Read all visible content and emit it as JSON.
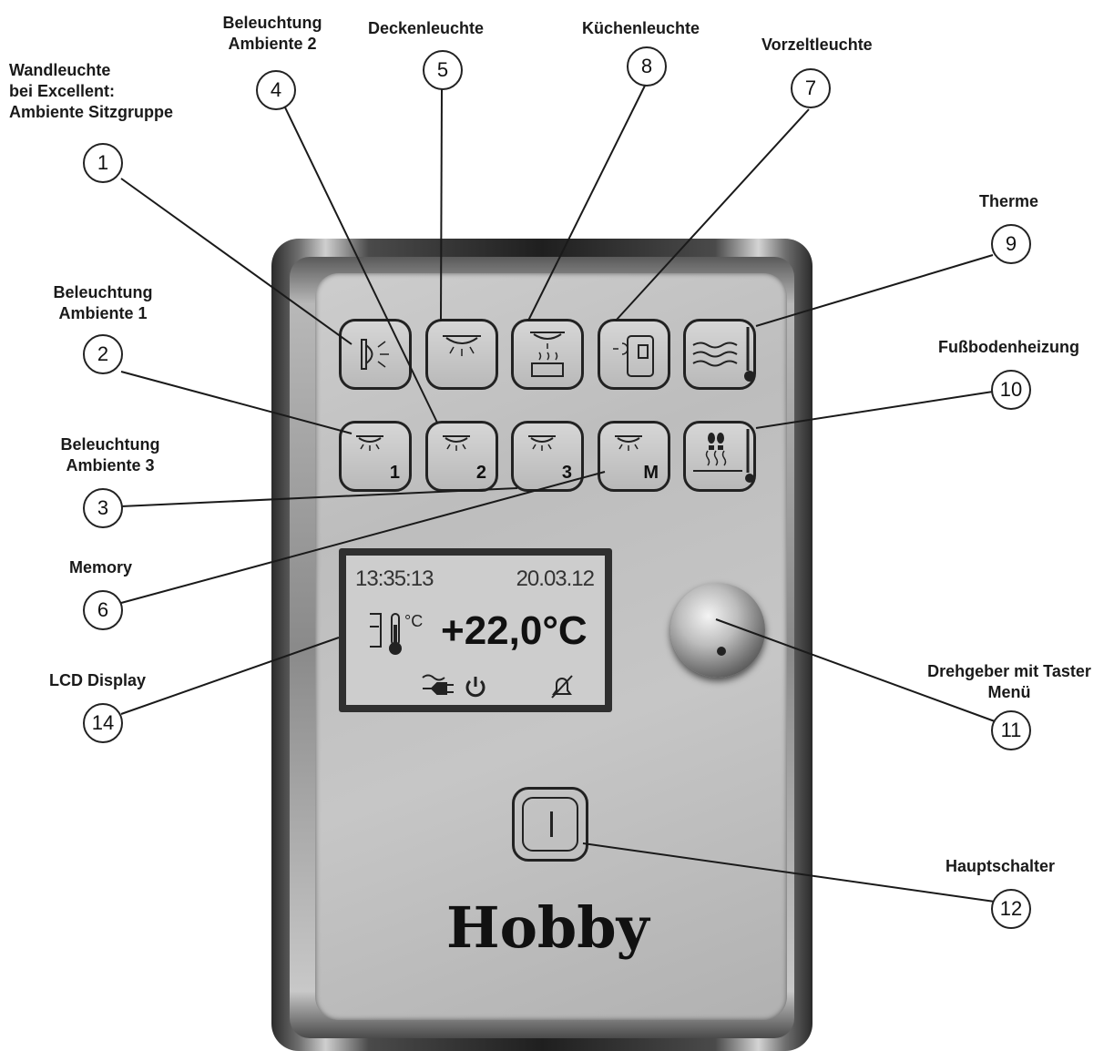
{
  "labels": {
    "l1": [
      "Wandleuchte",
      "bei Excellent:",
      "Ambiente Sitzgruppe"
    ],
    "l2": [
      "Beleuchtung",
      "Ambiente 1"
    ],
    "l3": [
      "Beleuchtung",
      "Ambiente 3"
    ],
    "l4": [
      "Beleuchtung",
      "Ambiente 2"
    ],
    "l5": "Deckenleuchte",
    "l6": "Memory",
    "l7": "Vorzeltleuchte",
    "l8": "Küchenleuchte",
    "l9": "Therme",
    "l10": "Fußbodenheizung",
    "l11": [
      "Drehgeber mit Taster",
      "Menü"
    ],
    "l12": "Hauptschalter",
    "l14": "LCD Display"
  },
  "callouts": [
    "1",
    "2",
    "3",
    "4",
    "5",
    "6",
    "7",
    "8",
    "9",
    "10",
    "11",
    "12",
    "14"
  ],
  "buttons": {
    "row1": [
      "wall-light",
      "ceiling-light",
      "kitchen-light",
      "awning-light",
      "boiler"
    ],
    "row2": [
      {
        "icon": "ambient-light",
        "label": "1"
      },
      {
        "icon": "ambient-light",
        "label": "2"
      },
      {
        "icon": "ambient-light",
        "label": "3"
      },
      {
        "icon": "ambient-light",
        "label": "M"
      },
      {
        "icon": "floor-heating",
        "label": ""
      }
    ]
  },
  "lcd": {
    "time": "13:35:13",
    "date": "20.03.12",
    "temperature": "+22,0°C",
    "unit_small": "°C"
  },
  "brand": "Hobby",
  "colors": {
    "line": "#1a1a1a",
    "panel": "#c2c2c2",
    "frame": "#1f1f1f"
  }
}
